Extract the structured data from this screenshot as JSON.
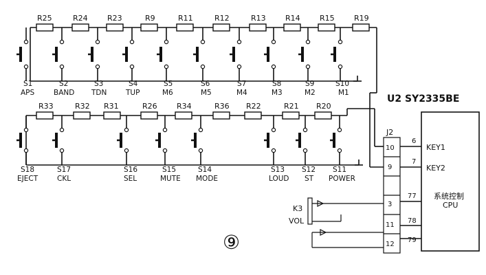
{
  "top_row": {
    "resistors": [
      "R25",
      "R24",
      "R23",
      "R9",
      "R11",
      "R12",
      "R13",
      "R14",
      "R15",
      "R19"
    ],
    "switches": [
      {
        "ref": "S1",
        "name": "APS"
      },
      {
        "ref": "S2",
        "name": "BAND"
      },
      {
        "ref": "S3",
        "name": "TDN"
      },
      {
        "ref": "S4",
        "name": "TUP"
      },
      {
        "ref": "S5",
        "name": "M6"
      },
      {
        "ref": "S6",
        "name": "M5"
      },
      {
        "ref": "S7",
        "name": "M4"
      },
      {
        "ref": "S8",
        "name": "M3"
      },
      {
        "ref": "S9",
        "name": "M2"
      },
      {
        "ref": "S10",
        "name": "M1"
      }
    ]
  },
  "bottom_row": {
    "resistors": [
      "R33",
      "R32",
      "R31",
      "R26",
      "R34",
      "R36",
      "R22",
      "R21",
      "R20"
    ],
    "switches": [
      {
        "ref": "S18",
        "name": "EJECT"
      },
      {
        "ref": "S17",
        "name": "CKL"
      },
      {
        "ref": "S16",
        "name": "SEL"
      },
      {
        "ref": "S15",
        "name": "MUTE"
      },
      {
        "ref": "S14",
        "name": "MODE"
      },
      {
        "ref": "S13",
        "name": "LOUD"
      },
      {
        "ref": "S12",
        "name": "ST"
      },
      {
        "ref": "S11",
        "name": "POWER"
      }
    ]
  },
  "connector": {
    "ref": "J2",
    "pins": [
      "10",
      "9",
      "",
      "3",
      "11",
      "12"
    ]
  },
  "cpu": {
    "title": "U2  SY2335BE",
    "pins": [
      "6",
      "7",
      "77",
      "78",
      "79"
    ],
    "key1": "KEY1",
    "key2": "KEY2",
    "name_cn": "系统控制",
    "name_en": "CPU"
  },
  "volume": {
    "ref": "K3",
    "label": "VOL"
  },
  "figure_number": "⑨"
}
